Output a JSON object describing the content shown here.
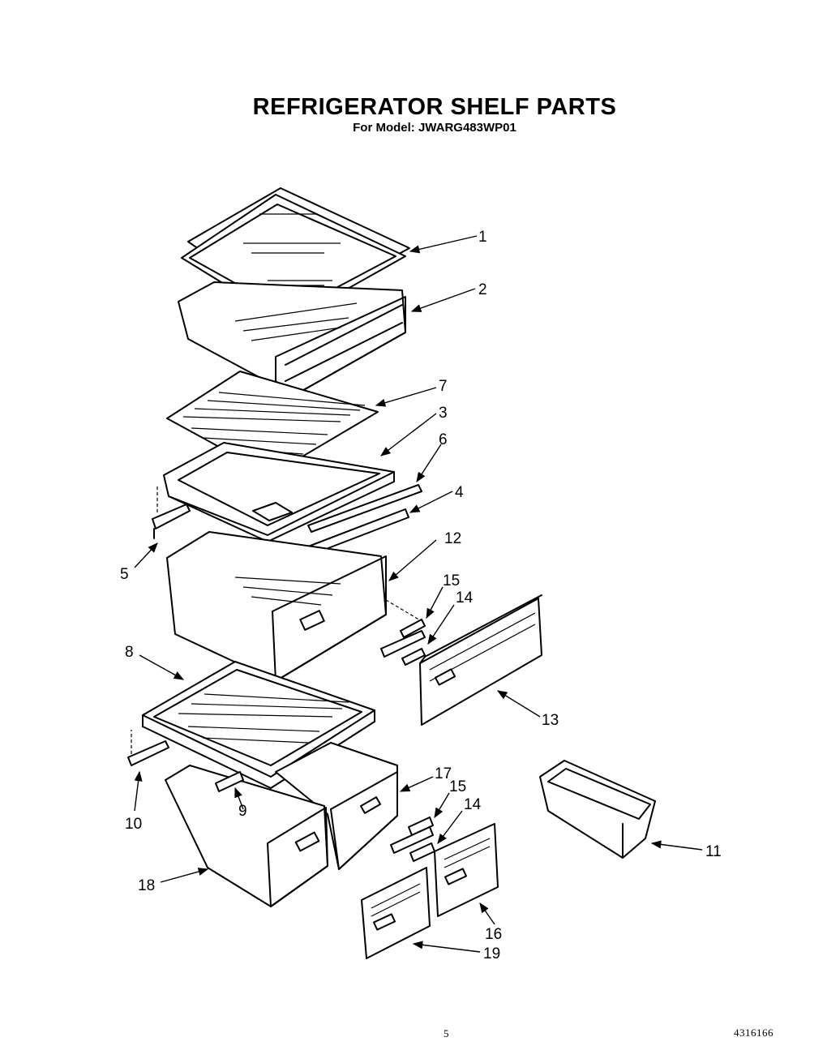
{
  "header": {
    "title": "REFRIGERATOR SHELF PARTS",
    "subtitle": "For Model: JWARG483WP01"
  },
  "footer": {
    "page_number": "5",
    "document_number": "4316166"
  },
  "callouts": [
    {
      "id": "c1",
      "text": "1"
    },
    {
      "id": "c2",
      "text": "2"
    },
    {
      "id": "c7",
      "text": "7"
    },
    {
      "id": "c3",
      "text": "3"
    },
    {
      "id": "c6",
      "text": "6"
    },
    {
      "id": "c4",
      "text": "4"
    },
    {
      "id": "c12",
      "text": "12"
    },
    {
      "id": "c5",
      "text": "5"
    },
    {
      "id": "c15a",
      "text": "15"
    },
    {
      "id": "c14a",
      "text": "14"
    },
    {
      "id": "c8",
      "text": "8"
    },
    {
      "id": "c13",
      "text": "13"
    },
    {
      "id": "c17",
      "text": "17"
    },
    {
      "id": "c15b",
      "text": "15"
    },
    {
      "id": "c14b",
      "text": "14"
    },
    {
      "id": "c9",
      "text": "9"
    },
    {
      "id": "c10",
      "text": "10"
    },
    {
      "id": "c11",
      "text": "11"
    },
    {
      "id": "c18",
      "text": "18"
    },
    {
      "id": "c16",
      "text": "16"
    },
    {
      "id": "c19",
      "text": "19"
    }
  ]
}
